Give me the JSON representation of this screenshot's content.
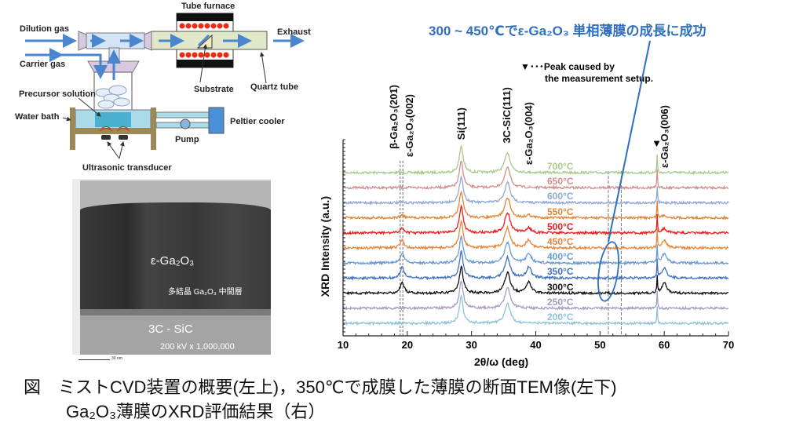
{
  "diagram": {
    "labels": {
      "tube_furnace": "Tube furnace",
      "dilution_gas": "Dilution gas",
      "carrier_gas": "Carrier gas",
      "exhaust": "Exhaust",
      "substrate": "Substrate",
      "quartz_tube": "Quartz tube",
      "precursor_solution": "Precursor solution",
      "water_bath": "Water bath",
      "peltier_cooler": "Peltier cooler",
      "pump": "Pump",
      "ultrasonic_transducer": "Ultrasonic transducer"
    }
  },
  "tem": {
    "film": "ε-Ga₂O₃",
    "interlayer": "多結晶 Ga₂O₃ 中間層",
    "substrate": "3C - SiC",
    "conditions": "200 kV    x 1,000,000",
    "scale": "30 nm"
  },
  "annotation": {
    "headline": "300 ~ 450℃でε-Ga₂O₃ 単相薄膜の成長に成功",
    "color": "#2f6fbf"
  },
  "chart_data": {
    "type": "line",
    "xlabel": "2θ/ω (deg)",
    "ylabel": "XRD Intensity (a.u.)",
    "xlim": [
      10,
      70
    ],
    "xticks": [
      "10",
      "20",
      "30",
      "40",
      "50",
      "60",
      "70"
    ],
    "legend_note": "▼･･･Peak caused by",
    "legend_note2": "the measurement setup.",
    "peak_labels": [
      {
        "label": "β-Ga₂O₃(201̄)",
        "pos": 18.9
      },
      {
        "label": "ε-Ga₂O₃(002)",
        "pos": 19.3
      },
      {
        "label": "Si(111)",
        "pos": 28.4
      },
      {
        "label": "3C-SiC(111)",
        "pos": 35.6
      },
      {
        "label": "ε-Ga₂O₃(004)",
        "pos": 38.9
      },
      {
        "label": "ε-Ga₂O₃(006)",
        "pos": 60.0
      }
    ],
    "artifact_peak": {
      "marker": "▼",
      "pos": 58.9
    },
    "series": [
      {
        "name": "700°C",
        "color": "#a9c98b",
        "eps_intensity": 0
      },
      {
        "name": "650°C",
        "color": "#d48d8d",
        "eps_intensity": 0
      },
      {
        "name": "600°C",
        "color": "#8fa8d0",
        "eps_intensity": 0
      },
      {
        "name": "550°C",
        "color": "#e0863a",
        "eps_intensity": 0.25
      },
      {
        "name": "500°C",
        "color": "#e81e1e",
        "eps_intensity": 0.45
      },
      {
        "name": "450°C",
        "color": "#e8853c",
        "eps_intensity": 0.75
      },
      {
        "name": "400°C",
        "color": "#6a9bd3",
        "eps_intensity": 0.9
      },
      {
        "name": "350°C",
        "color": "#3f6fc1",
        "eps_intensity": 1.0
      },
      {
        "name": "300°C",
        "color": "#111111",
        "eps_intensity": 1.0
      },
      {
        "name": "250°C",
        "color": "#a999c2",
        "eps_intensity": 0
      },
      {
        "name": "200°C",
        "color": "#8cc3da",
        "eps_intensity": 0
      }
    ]
  },
  "caption": {
    "line1": "図　ミストCVD装置の概要(左上)，350℃で成膜した薄膜の断面TEM像(左下)",
    "line2": "Ga₂O₃薄膜のXRD評価結果（右）"
  }
}
